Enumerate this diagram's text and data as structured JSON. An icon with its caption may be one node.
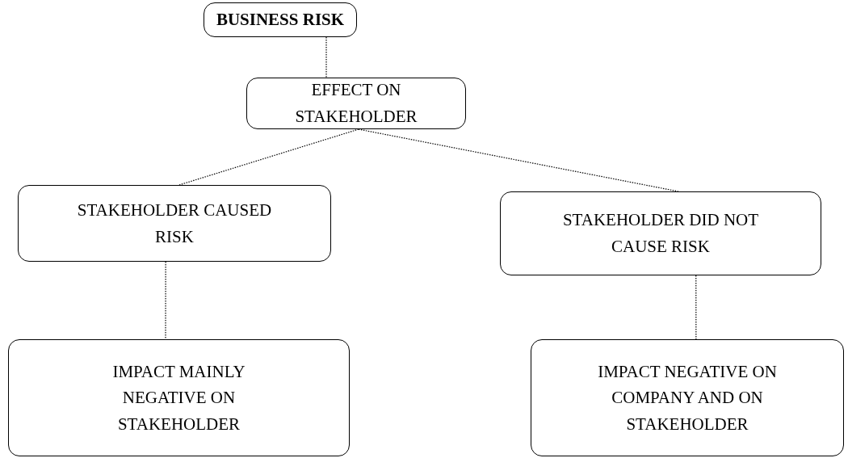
{
  "diagram": {
    "nodes": [
      {
        "text": [
          "BUSINESS RISK"
        ]
      },
      {
        "text": [
          "EFFECT ON STAKEHOLDER"
        ]
      },
      {
        "text": [
          "STAKEHOLDER CAUSED RISK"
        ]
      },
      {
        "text": [
          "STAKEHOLDER DID NOT CAUSE RISK"
        ]
      },
      {
        "text": [
          "IMPACT MAINLY NEGATIVE ON STAKEHOLDER"
        ]
      },
      {
        "text": [
          "IMPACT NEGATIVE ON COMPANY AND ON STAKEHOLDER"
        ]
      }
    ],
    "edges": [
      {
        "from": 0,
        "to": 1,
        "arrow": "none"
      },
      {
        "from": 1,
        "to": 2,
        "arrow": "none"
      },
      {
        "from": 1,
        "to": 3,
        "arrow": "none"
      },
      {
        "from": 2,
        "to": 4,
        "arrow": "none"
      },
      {
        "from": 3,
        "to": 5,
        "arrow": "none"
      }
    ]
  }
}
